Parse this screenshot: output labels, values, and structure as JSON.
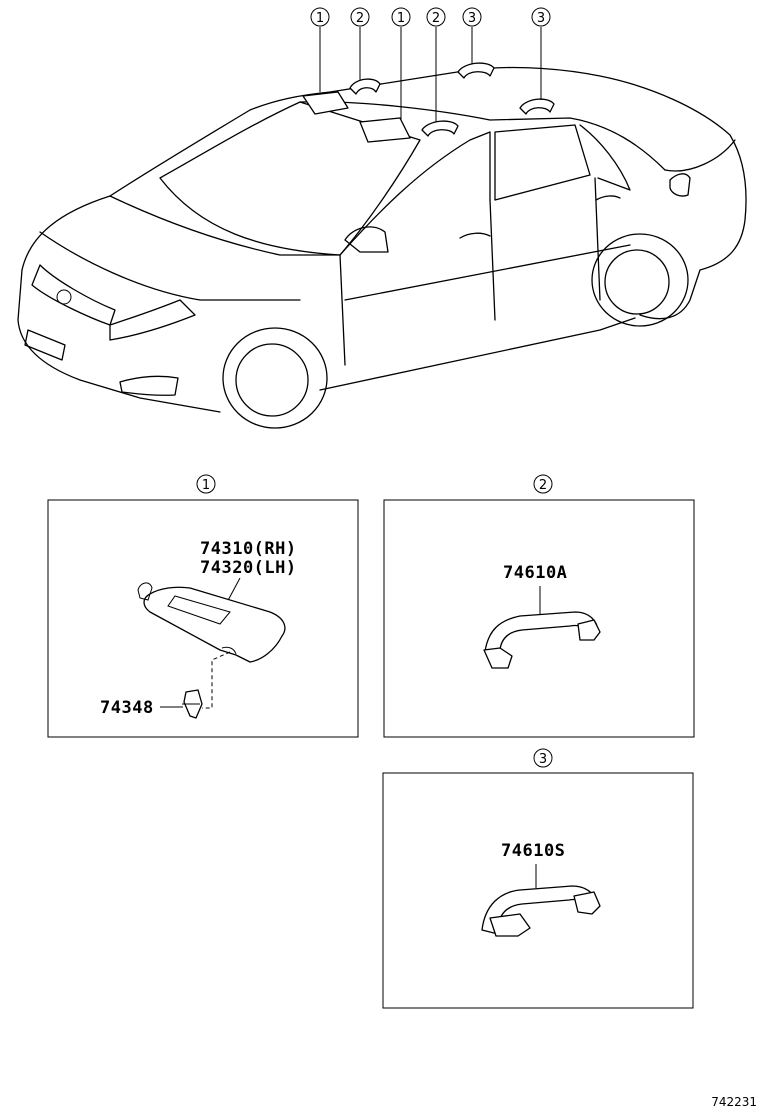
{
  "car_callouts": [
    {
      "id": "callout-1a",
      "label": "1"
    },
    {
      "id": "callout-2a",
      "label": "2"
    },
    {
      "id": "callout-1b",
      "label": "1"
    },
    {
      "id": "callout-2b",
      "label": "2"
    },
    {
      "id": "callout-3a",
      "label": "3"
    },
    {
      "id": "callout-3b",
      "label": "3"
    }
  ],
  "panels": {
    "sunvisor": {
      "number": "1",
      "parts": [
        "74310(RH)",
        "74320(LH)",
        "74348"
      ]
    },
    "grip_front": {
      "number": "2",
      "parts": [
        "74610A"
      ]
    },
    "grip_rear": {
      "number": "3",
      "parts": [
        "74610S"
      ]
    }
  },
  "illustration_ref": "742231"
}
